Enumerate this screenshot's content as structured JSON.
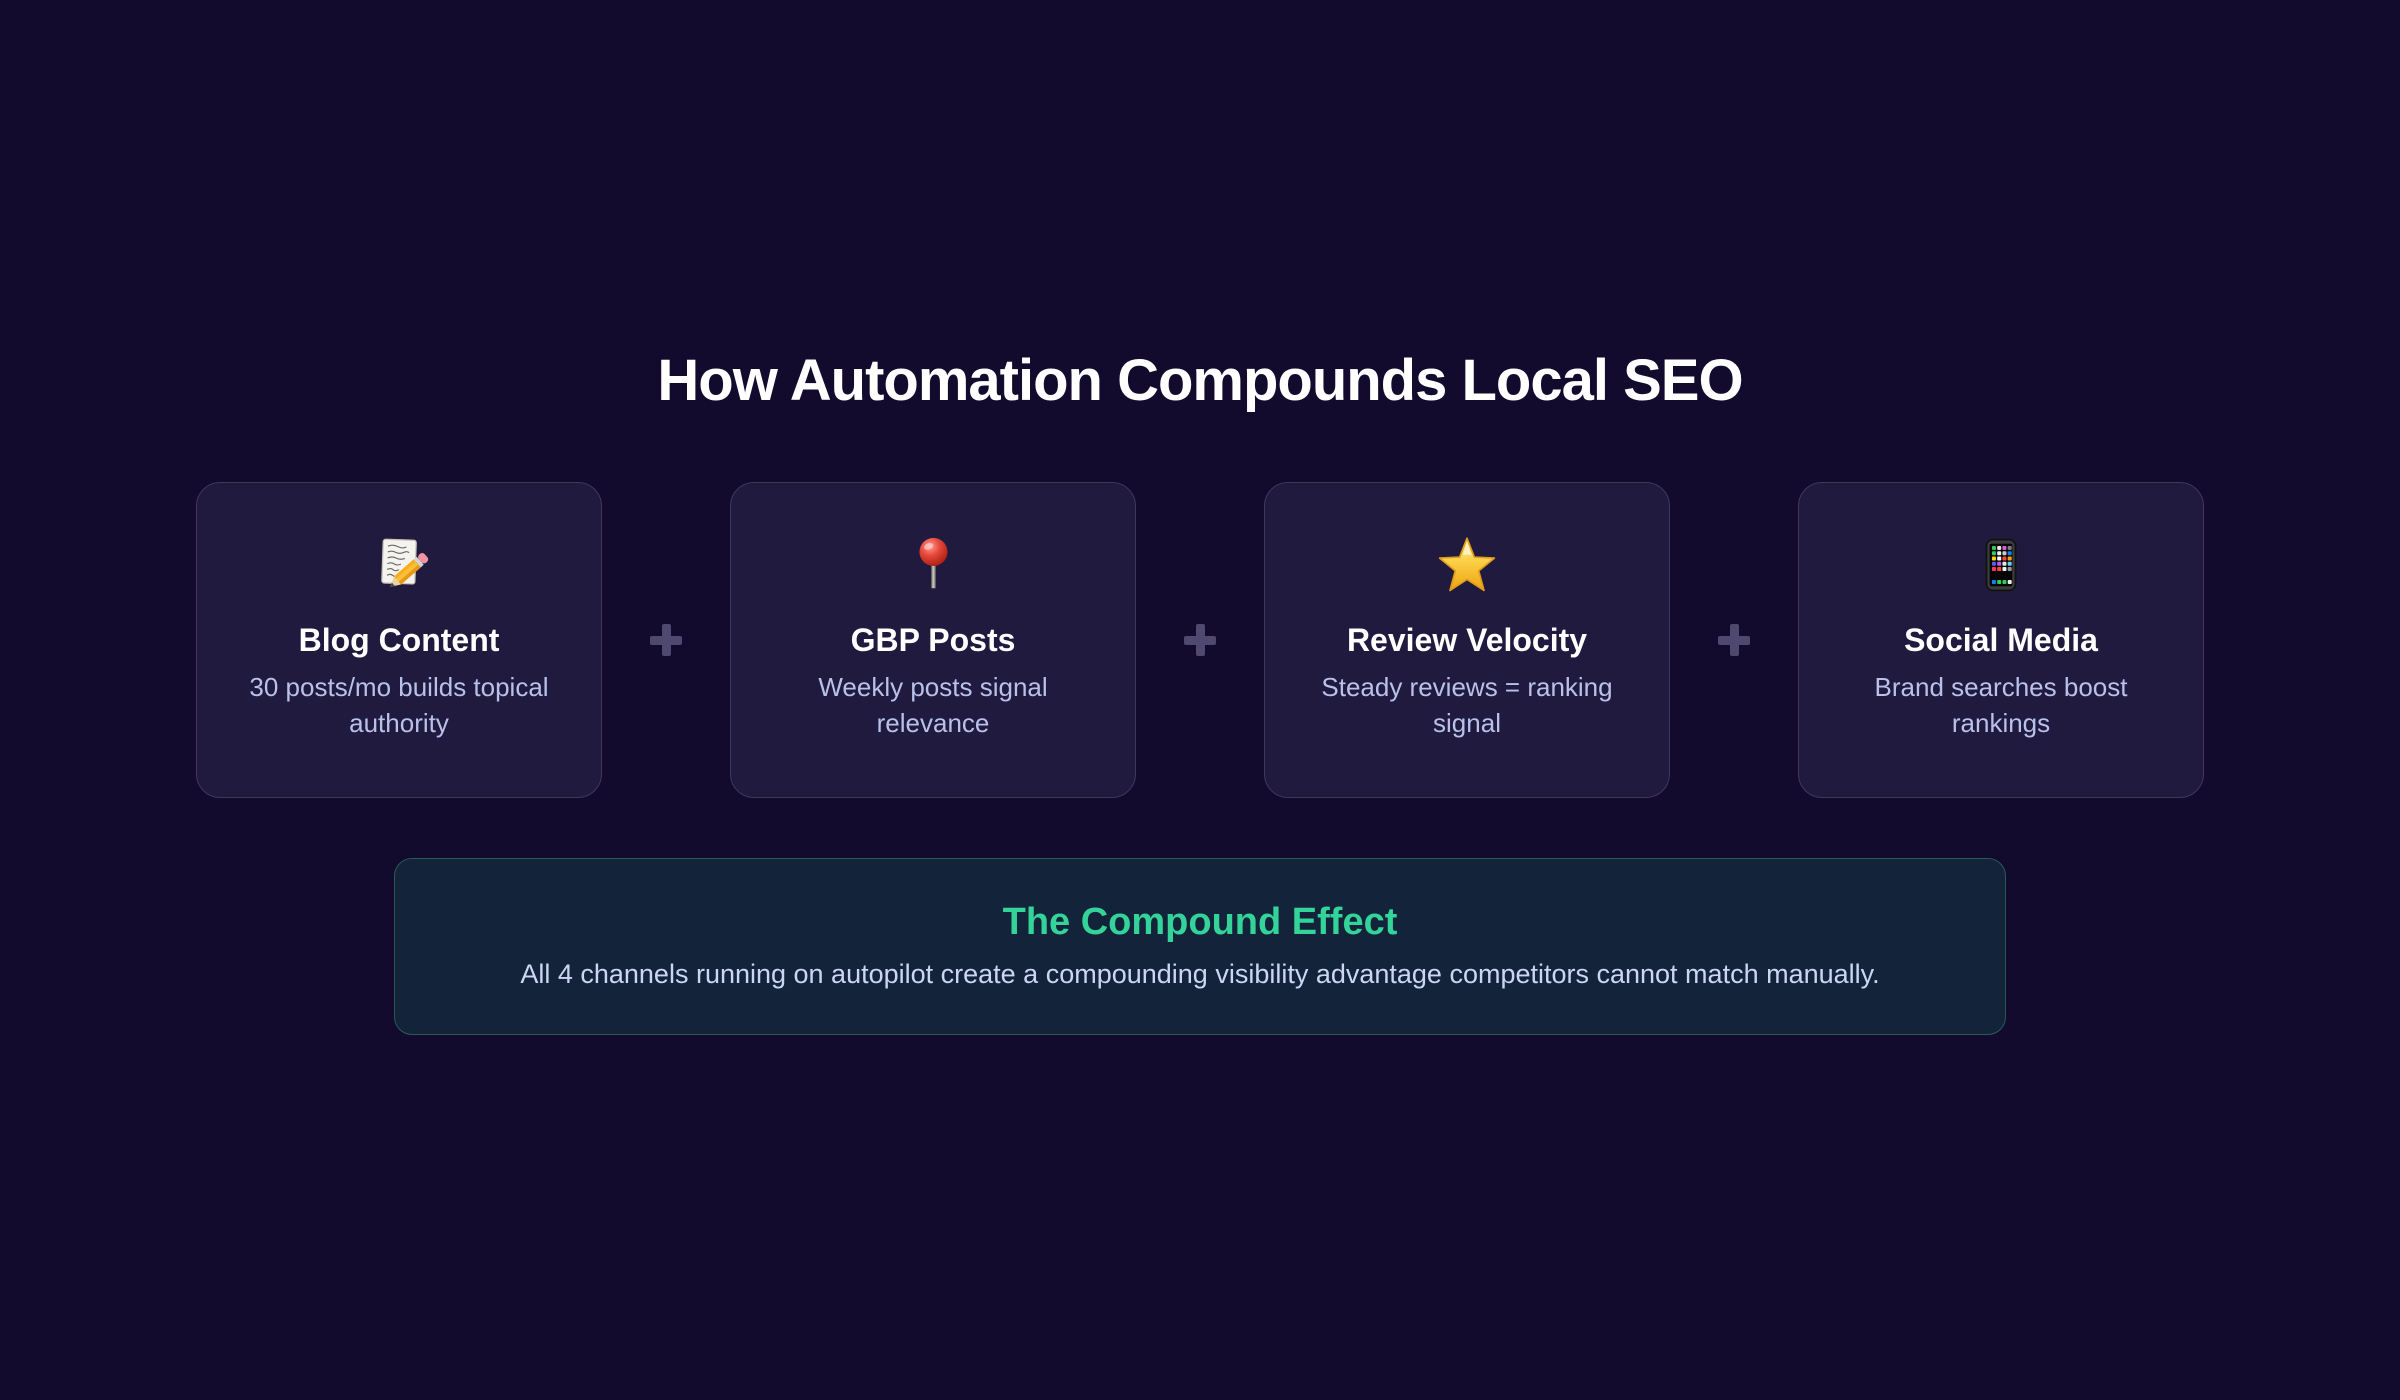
{
  "page": {
    "title": "How Automation Compounds Local SEO"
  },
  "cards": [
    {
      "icon": "memo-icon",
      "title": "Blog Content",
      "description": "30 posts/mo builds topical authority"
    },
    {
      "icon": "pushpin-icon",
      "title": "GBP Posts",
      "description": "Weekly posts signal relevance"
    },
    {
      "icon": "star-icon",
      "title": "Review Velocity",
      "description": "Steady reviews = ranking signal"
    },
    {
      "icon": "phone-icon",
      "title": "Social Media",
      "description": "Brand searches boost rankings"
    }
  ],
  "compound": {
    "title": "The Compound Effect",
    "body": "All 4 channels running on autopilot create a compounding visibility advantage competitors cannot match manually."
  },
  "colors": {
    "background": "#130b2e",
    "card_bg": "#201a3e",
    "card_border": "#3e3859",
    "text_primary": "#ffffff",
    "text_muted": "#b9c1ea",
    "plus": "#4f4970",
    "accent_green": "#34d399",
    "compound_bg": "#12233a",
    "compound_border": "#2b5a54",
    "compound_text": "#ccd6f2"
  }
}
